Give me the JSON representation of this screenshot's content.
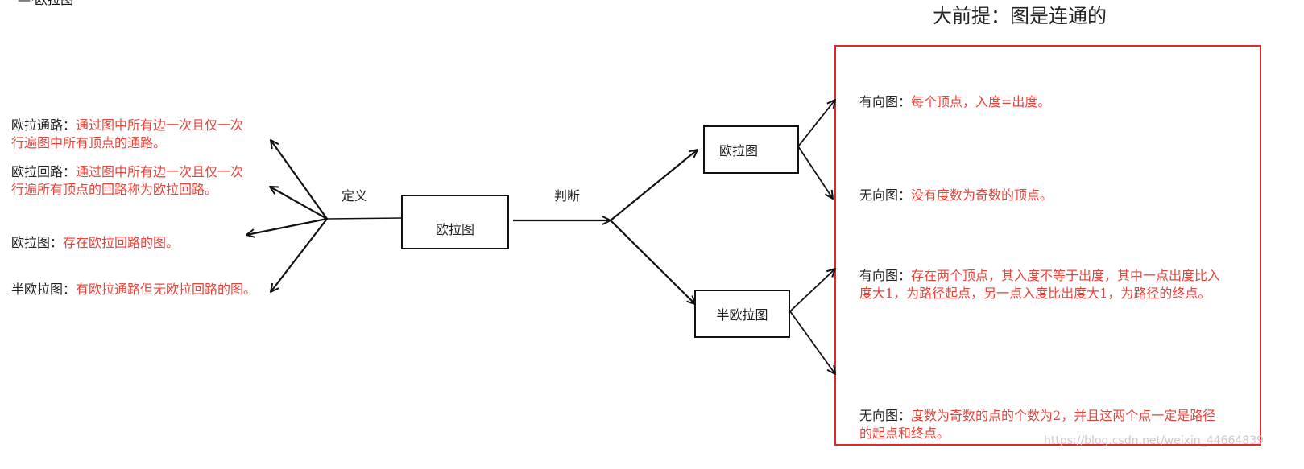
{
  "colors": {
    "red": "#e8433a",
    "black": "#222222",
    "frame": "#e02a2a"
  },
  "header": {
    "premise": "大前提：图是连通的",
    "clipped_top_text": "—·欧拉图"
  },
  "center": {
    "main_node": "欧拉图",
    "label_define": "定义",
    "label_judge": "判断"
  },
  "definitions": [
    {
      "term": "欧拉通路：",
      "desc_line1": "通过图中所有边一次且仅一次",
      "desc_line2": "行遍图中所有顶点的通路。"
    },
    {
      "term": "欧拉回路：",
      "desc_line1": "通过图中所有边一次且仅一次",
      "desc_line2": "行遍所有顶点的回路称为欧拉回路。"
    },
    {
      "term": "欧拉图：",
      "desc": "存在欧拉回路的图。"
    },
    {
      "term": "半欧拉图：",
      "desc": "有欧拉通路但无欧拉回路的图。"
    }
  ],
  "judge": {
    "euler": {
      "node": "欧拉图",
      "directed": {
        "term": "有向图：",
        "desc": "每个顶点，入度=出度。"
      },
      "undirected": {
        "term": "无向图：",
        "desc": "没有度数为奇数的顶点。"
      }
    },
    "semi": {
      "node": "半欧拉图",
      "directed": {
        "term": "有向图：",
        "desc_line1": "存在两个顶点，其入度不等于出度，其中一点出度比入",
        "desc_line2": "度大1，为路径起点，另一点入度比出度大1，为路径的终点。"
      },
      "undirected": {
        "term": "无向图：",
        "desc_line1": "度数为奇数的点的个数为2，并且这两个点一定是路径",
        "desc_line2": "的起点和终点。"
      }
    }
  },
  "watermark": "https://blog.csdn.net/weixin_44664839"
}
